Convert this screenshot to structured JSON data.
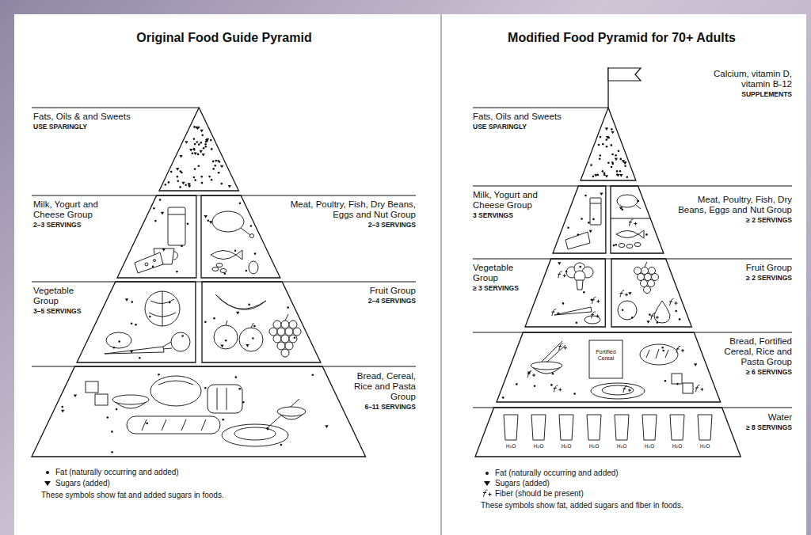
{
  "diagram": {
    "nodes": [
      {
        "text": [
          "Original Food Guide Pyramid"
        ]
      },
      {
        "text": [
          "Fats, Oils & and Sweets",
          "USE SPARINGLY"
        ],
        "in": 0
      },
      {
        "text": [
          "Milk, Yogurt and Cheese Group",
          "2–3 SERVINGS"
        ],
        "in": 0
      },
      {
        "text": [
          "Meat, Poultry, Fish, Dry Beans, Eggs and Nut Group",
          "2–3 SERVINGS"
        ],
        "in": 0
      },
      {
        "text": [
          "Vegetable Group",
          "3–5 SERVINGS"
        ],
        "in": 0
      },
      {
        "text": [
          "Fruit Group",
          "2–4 SERVINGS"
        ],
        "in": 0
      },
      {
        "text": [
          "Bread, Cereal, Rice and Pasta Group",
          "6–11 SERVINGS"
        ],
        "in": 0
      },
      {
        "text": [
          "Modified Food Pyramid for 70+ Adults"
        ]
      },
      {
        "text": [
          "Calcium, vitamin D, vitamin B-12",
          "SUPPLEMENTS"
        ],
        "in": 7
      },
      {
        "text": [
          "Fats, Oils and Sweets",
          "USE SPARINGLY"
        ],
        "in": 7
      },
      {
        "text": [
          "Milk, Yogurt and Cheese Group",
          "3 SERVINGS"
        ],
        "in": 7
      },
      {
        "text": [
          "Meat, Poultry, Fish, Dry Beans, Eggs and Nut Group",
          "≥ 2 SERVINGS"
        ],
        "in": 7
      },
      {
        "text": [
          "Vegetable Group",
          "≥ 3 SERVINGS"
        ],
        "in": 7
      },
      {
        "text": [
          "Fruit Group",
          "≥ 2 SERVINGS"
        ],
        "in": 7
      },
      {
        "text": [
          "Bread, Fortified Cereal, Rice and Pasta Group",
          "≥ 6 SERVINGS"
        ],
        "in": 7
      },
      {
        "text": [
          "Water",
          "≥ 8 SERVINGS"
        ],
        "in": 7
      }
    ],
    "labels": [
      "Fortified Cereal",
      "H₂O",
      "H₂O",
      "H₂O",
      "H₂O",
      "H₂O",
      "H₂O",
      "H₂O",
      "H₂O",
      "These symbols show fat and added sugars in foods.",
      "These symbols show fat, added sugars and fiber in foods."
    ],
    "legend": [
      {
        "text": "Fat (naturally occurring and added)"
      },
      {
        "text": "Sugars (added)"
      },
      {
        "text": "Fat (naturally occurring and added)"
      },
      {
        "text": "Sugars (added)"
      },
      {
        "text": "Fiber (should be present)"
      }
    ]
  }
}
